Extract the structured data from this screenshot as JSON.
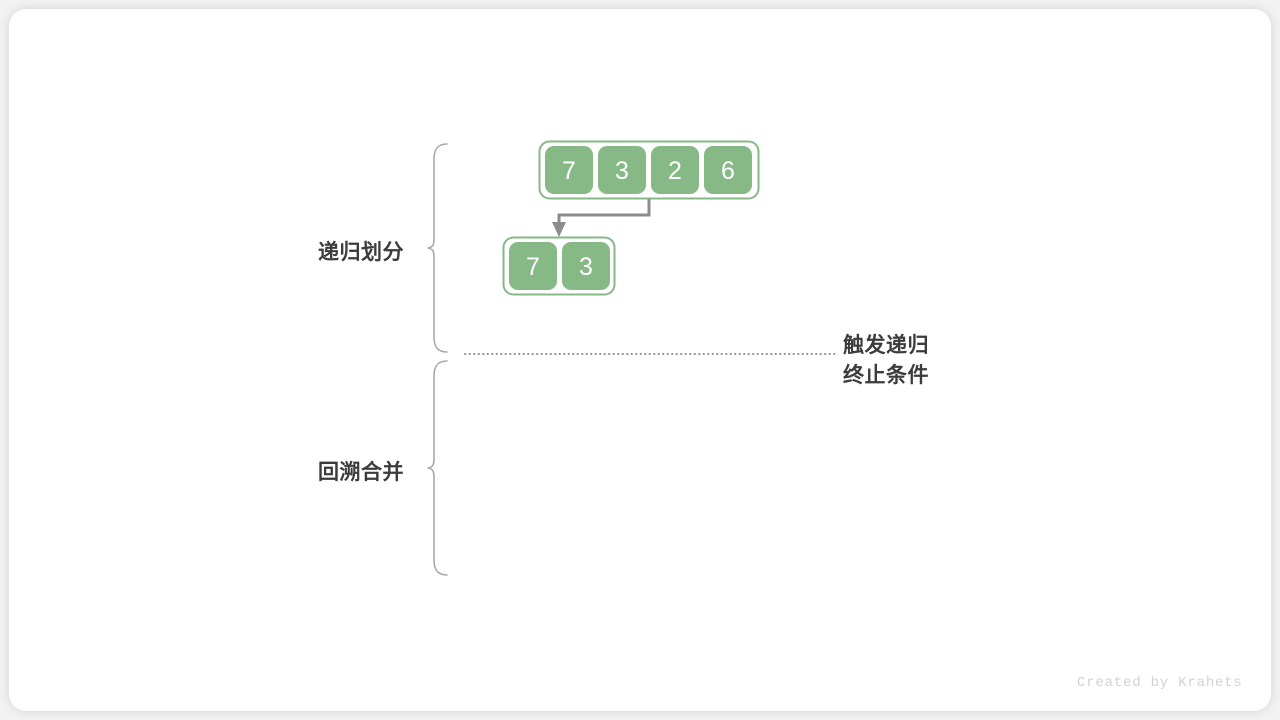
{
  "diagram": {
    "title": "merge-sort-recursive-divide-and-merge",
    "credit": "Created by Krahets",
    "colors": {
      "cell_fill": "#86b986",
      "cell_border": "#86b986",
      "digit": "#ffffff",
      "arrow": "#8c8c8c",
      "brace": "#a8a8a8",
      "dotted_line": "#808080",
      "label_text": "#3c3c3c",
      "credit_text": "#d2d2d2",
      "card_bg": "#ffffff",
      "page_bg": "#f2f2f2"
    },
    "labels": {
      "divide": "递归划分",
      "merge": "回溯合并",
      "terminate_line1": "触发递归",
      "terminate_line2": "终止条件"
    },
    "arrays": [
      {
        "name": "root-array",
        "values": [
          "7",
          "3",
          "2",
          "6"
        ]
      },
      {
        "name": "left-subarray",
        "values": [
          "7",
          "3"
        ]
      }
    ],
    "arrow": {
      "name": "divide-arrow",
      "from_array": "root-array",
      "to_array": "left-subarray"
    }
  }
}
